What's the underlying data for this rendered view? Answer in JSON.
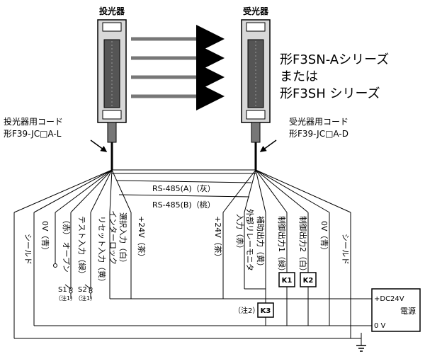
{
  "emitter": {
    "title": "投光器",
    "cord_label": "投光器用コード",
    "cord_model": "形F39-JC□A-L"
  },
  "receiver": {
    "title": "受光器",
    "cord_label": "受光器用コード",
    "cord_model": "形F39-JC□A-D"
  },
  "series": {
    "line1": "形F3SN-Aシリーズ",
    "line2": "または",
    "line3": "形F3SH シリーズ"
  },
  "comm": {
    "rs485a": "RS-485(A)（灰）",
    "rs485b": "RS-485(B)（桃）"
  },
  "emitter_wires": {
    "shield": "シールド",
    "zero_v": "0V（青）",
    "open": "（赤） オープン",
    "test_input": "テスト入力（緑）",
    "reset_input": "リセット入力（黄）",
    "interlock": "インターロック",
    "interlock_select": "選択入力（白）",
    "plus24v": "+24V（茶）"
  },
  "receiver_wires": {
    "plus24v": "+24V（茶）",
    "edm": "外部リレーモニタ",
    "edm_input": "入力（赤）",
    "aux_output": "補助出力（黄）",
    "control_out1": "制御出力1（緑）",
    "control_out2": "制御出力2（白）",
    "zero_v": "0V（青）",
    "shield": "シールド"
  },
  "switches": {
    "s1": "S1",
    "s1_note": "（注1）",
    "s2": "S2",
    "s2_note": "（注1）"
  },
  "relays": {
    "k1": "K1",
    "k2": "K2",
    "k3": "K3",
    "k3_note": "（注2）"
  },
  "power": {
    "plus": "+DC24V",
    "label": "電源",
    "zero": "0 V"
  }
}
